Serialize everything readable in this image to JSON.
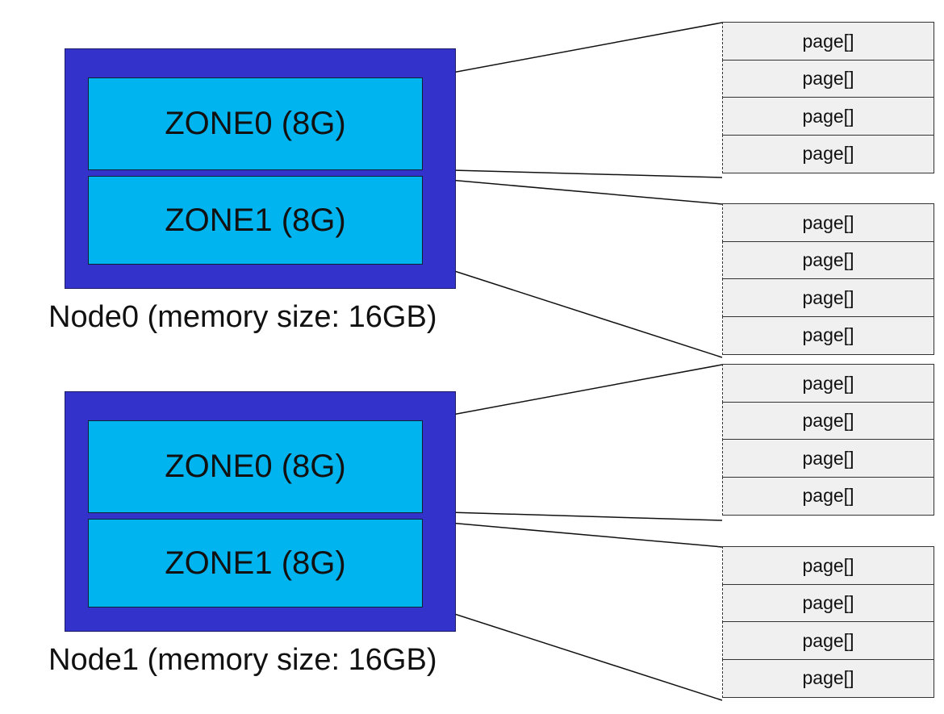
{
  "colors": {
    "node_fill": "#3333cc",
    "zone_fill": "#00b4f0",
    "page_fill": "#f0f0f0",
    "line": "#111111"
  },
  "nodes": [
    {
      "label": "Node0 (memory size: 16GB)",
      "zones": [
        {
          "label": "ZONE0 (8G)"
        },
        {
          "label": "ZONE1 (8G)"
        }
      ]
    },
    {
      "label": "Node1 (memory size: 16GB)",
      "zones": [
        {
          "label": "ZONE0 (8G)"
        },
        {
          "label": "ZONE1 (8G)"
        }
      ]
    }
  ],
  "page_groups": [
    {
      "pages": [
        "page[]",
        "page[]",
        "page[]",
        "page[]"
      ]
    },
    {
      "pages": [
        "page[]",
        "page[]",
        "page[]",
        "page[]"
      ]
    },
    {
      "pages": [
        "page[]",
        "page[]",
        "page[]",
        "page[]"
      ]
    },
    {
      "pages": [
        "page[]",
        "page[]",
        "page[]",
        "page[]"
      ]
    }
  ]
}
